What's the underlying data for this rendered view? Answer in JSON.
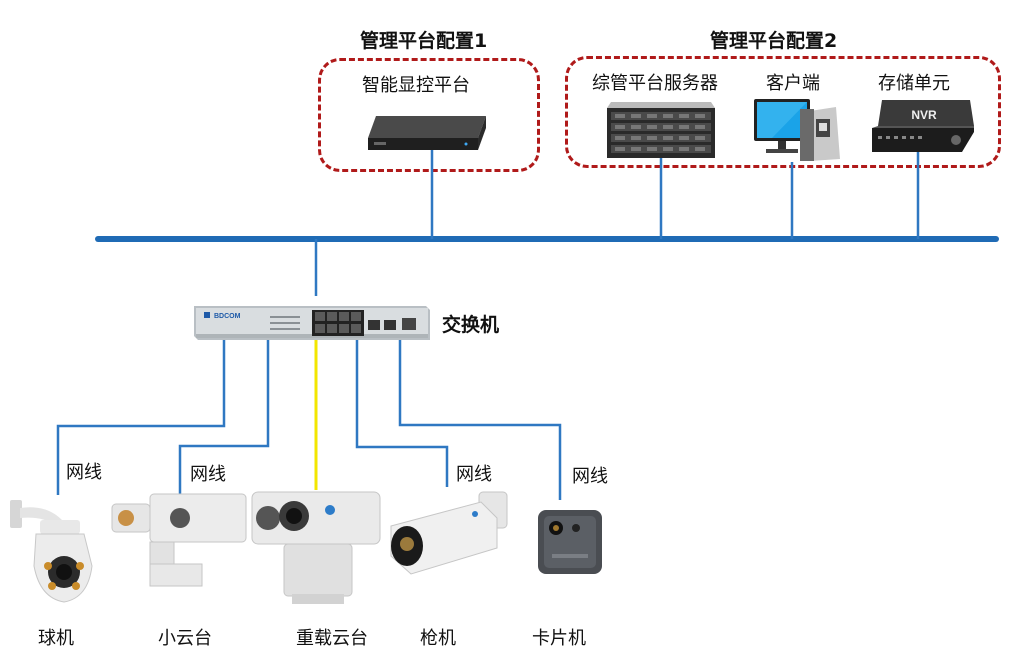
{
  "groups": {
    "config1": {
      "title": "管理平台配置1",
      "items": {
        "display": "智能显控平台"
      }
    },
    "config2": {
      "title": "管理平台配置2",
      "items": {
        "server": "综管平台服务器",
        "client": "客户端",
        "storage": "存储单元"
      }
    }
  },
  "switch": {
    "label": "交换机",
    "brand": "BDCOM"
  },
  "nvr_text": "NVR",
  "cable_label": "网线",
  "cameras": {
    "dome": "球机",
    "small_ptz": "小云台",
    "heavy_ptz": "重载云台",
    "bullet": "枪机",
    "card": "卡片机"
  },
  "colors": {
    "bus": "#1f6bb5",
    "wire": "#2f78c2",
    "fiber": "#f2e600",
    "dashed_box": "#b01a1a"
  }
}
